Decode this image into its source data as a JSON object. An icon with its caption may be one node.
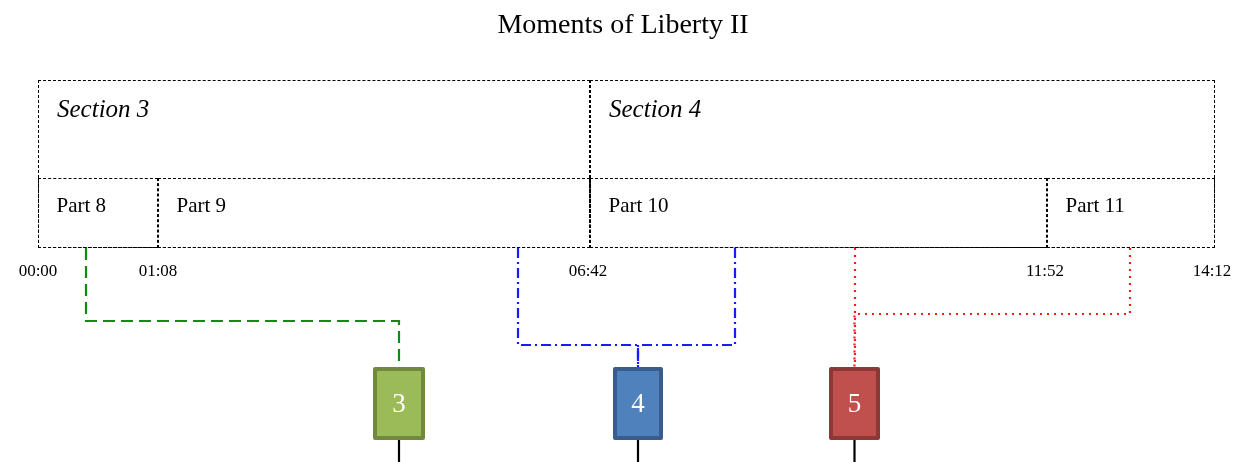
{
  "diagram": {
    "title": "Moments of Liberty II",
    "nodes": [
      {
        "text": [
          "Section 3"
        ]
      },
      {
        "text": [
          "Section 4"
        ]
      },
      {
        "text": [
          "Part 8"
        ],
        "in": 0
      },
      {
        "text": [
          "Part 9"
        ],
        "in": 0
      },
      {
        "text": [
          "Part 10"
        ],
        "in": 1
      },
      {
        "text": [
          "Part 11"
        ],
        "in": 1
      },
      {
        "text": [
          "3"
        ]
      },
      {
        "text": [
          "4"
        ]
      },
      {
        "text": [
          "5"
        ]
      }
    ],
    "edges": [
      {
        "from": 2,
        "to": 6,
        "arrow": "none",
        "style": "dashed",
        "color": "#138a13"
      },
      {
        "from": 3,
        "to": 7,
        "arrow": "none",
        "style": "dashed",
        "color": "#1a1aff"
      },
      {
        "from": 4,
        "to": 7,
        "arrow": "none",
        "style": "dashed",
        "color": "#1a1aff"
      },
      {
        "from": 4,
        "to": 8,
        "arrow": "none",
        "style": "dashed",
        "color": "#ff1a1a"
      },
      {
        "from": 5,
        "to": 8,
        "arrow": "none",
        "style": "dashed",
        "color": "#ff1a1a"
      },
      {
        "from": 6,
        "to": null,
        "arrow": "none"
      },
      {
        "from": 7,
        "to": null,
        "arrow": "none"
      },
      {
        "from": 8,
        "to": null,
        "arrow": "none"
      }
    ],
    "labels": [
      "00:00",
      "01:08",
      "06:42",
      "11:52",
      "14:12"
    ]
  }
}
